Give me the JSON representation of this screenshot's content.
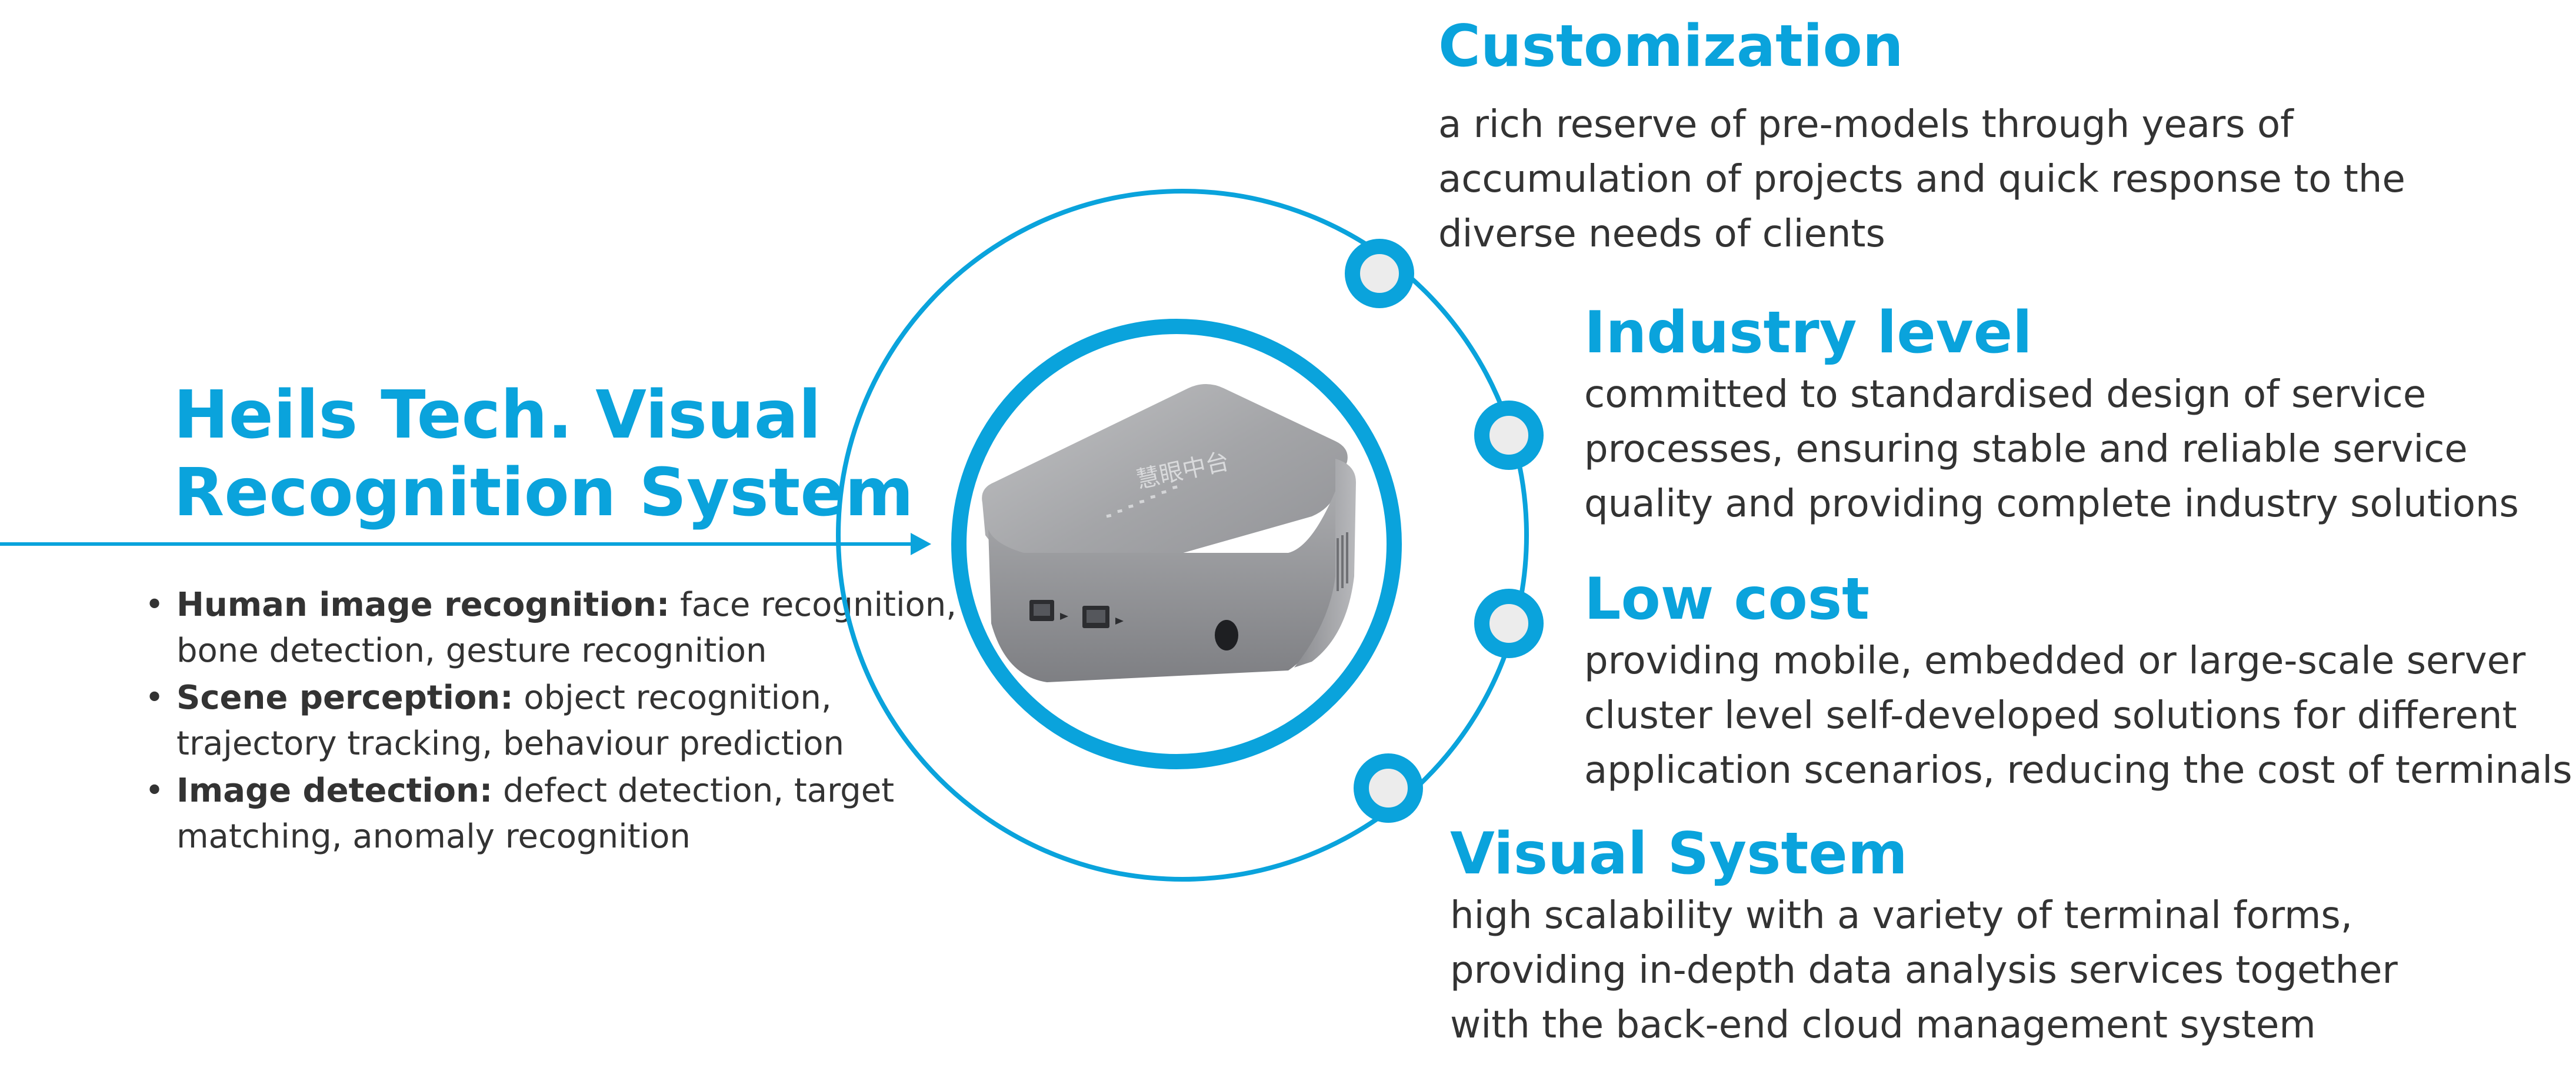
{
  "title": "Heils Tech. Visual Recognition System",
  "title_lines": [
    "Heils Tech. Visual",
    "Recognition System"
  ],
  "bullets": [
    {
      "lead": "Human image recognition:",
      "text": " face recognition, bone detection, gesture recognition"
    },
    {
      "lead": "Scene perception:",
      "text": " object recognition, trajectory tracking, behaviour prediction"
    },
    {
      "lead": "Image detection:",
      "text": " defect detection, target matching, anomaly recognition"
    }
  ],
  "features": [
    {
      "title": "Customization",
      "description": "a rich reserve of pre-models through years of\naccumulation of projects and quick response to the\ndiverse needs of clients"
    },
    {
      "title": "Industry level",
      "description": "committed to standardised design of service\nprocesses, ensuring stable and reliable service\nquality and providing complete industry solutions"
    },
    {
      "title": "Low cost",
      "description": "providing mobile, embedded or large-scale server\ncluster level self-developed solutions for different\napplication scenarios, reducing the cost of terminals"
    },
    {
      "title": "Visual System",
      "description": "high scalability with a variety of terminal forms,\nproviding in-depth data analysis services together\nwith the back-end cloud management system"
    }
  ],
  "device": {
    "lid_text": "慧眼中台"
  },
  "colors": {
    "accent": "#0aa3dc",
    "text": "#333333",
    "device_top": "#a9a9ab",
    "device_front": "#8e8f92",
    "node_fill": "#ececec"
  },
  "icons": {
    "bullet": "•",
    "arrow": "arrow-right-icon",
    "node": "ring-node-icon"
  }
}
